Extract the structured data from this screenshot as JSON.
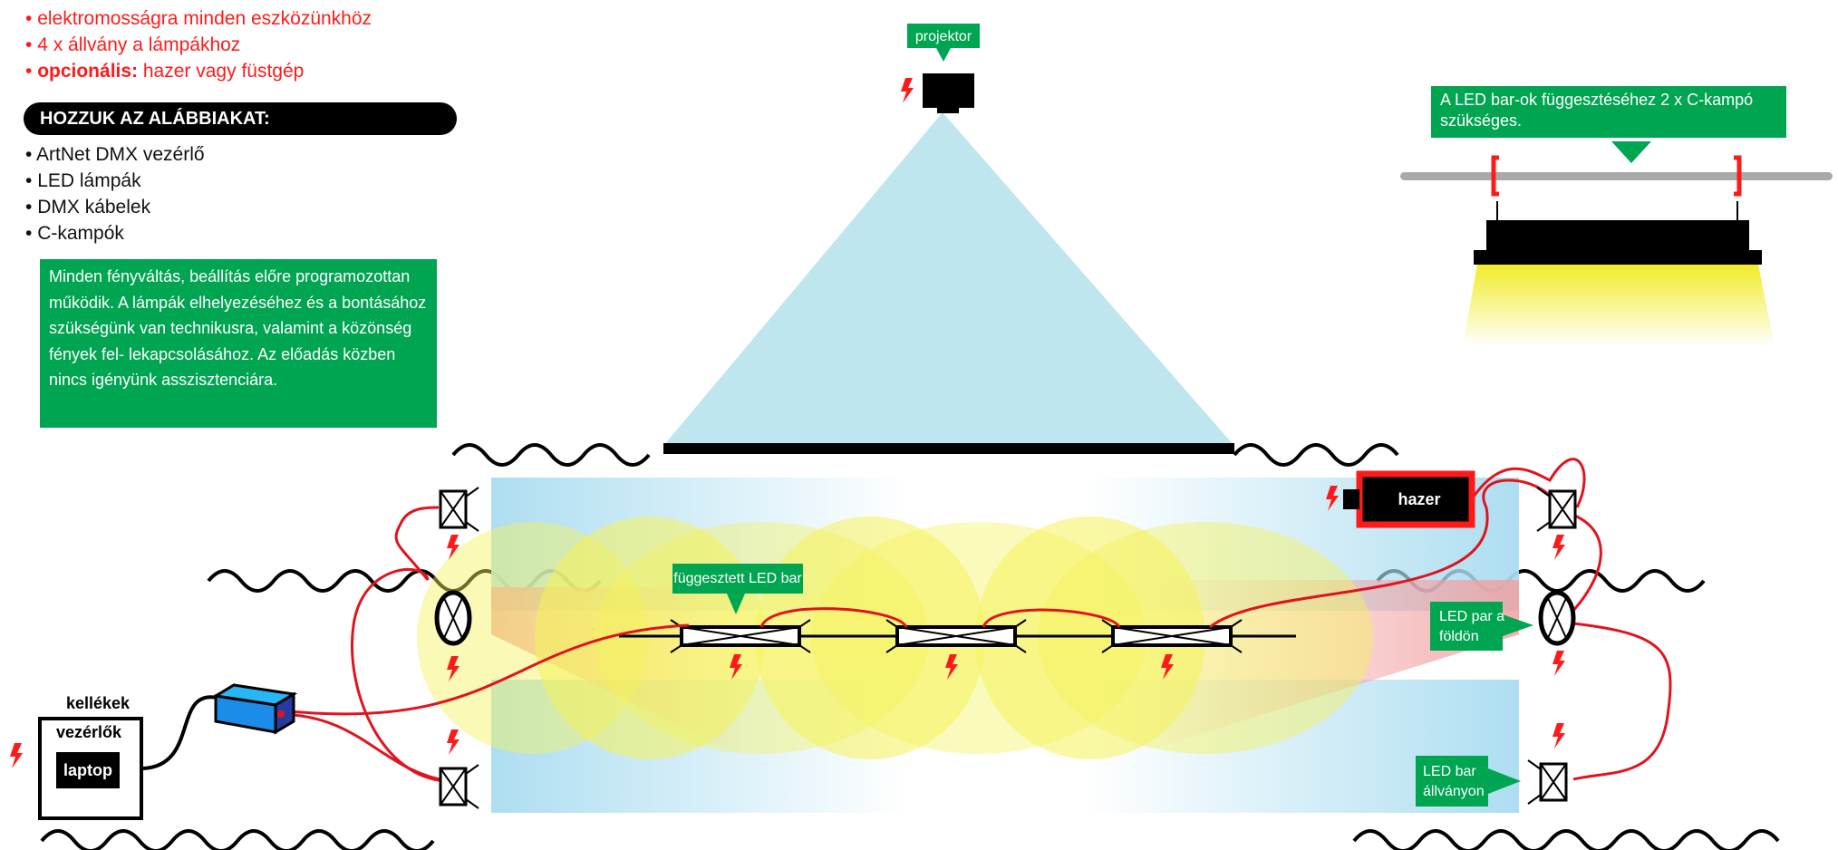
{
  "requirements": {
    "items": [
      {
        "bold": "",
        "text": "elektromosságra minden eszközünkhöz"
      },
      {
        "bold": "",
        "text": "4 x állvány a lámpákhoz"
      },
      {
        "bold": "opcionális:",
        "text": " hazer vagy füstgép"
      }
    ]
  },
  "bring": {
    "header": "HOZZUK AZ ALÁBBIAKAT:",
    "items": [
      "ArtNet DMX vezérlő",
      "LED lámpák",
      "DMX kábelek",
      "C-kampók"
    ]
  },
  "info_note": "Minden fényváltás, beállítás előre programozottan működik. A lámpák elhelyezéséhez és a bontásához szükségünk van technikusra, valamint a közönség fények fel- lekapcsolásához. Az előadás közben nincs igényünk asszisztenciára.",
  "clamp_note": "A LED bar-ok függesztéséhez 2 x C-kampó szükséges.",
  "labels": {
    "projector": "projektor",
    "hazer": "hazer",
    "hanging_led_bar": "függesztett LED bar",
    "led_par_floor": "LED par a földön",
    "led_bar_stand": "LED bar állványon",
    "props": "kellékek",
    "controllers": "vezérlők",
    "laptop": "laptop"
  },
  "colors": {
    "accent_green": "#00a551",
    "power_red": "#ff1a1a",
    "cable_red": "#e0141e",
    "screen_beam": "#bfe6ee",
    "light_yellow": "#f5f25a",
    "dmx_box_blue": "#1b8ce8"
  },
  "icons": [
    "power-bolt-icon",
    "projector-icon",
    "led-bar-icon",
    "led-par-icon",
    "dmx-box-icon",
    "c-clamp-icon",
    "curtain-wave-icon"
  ]
}
